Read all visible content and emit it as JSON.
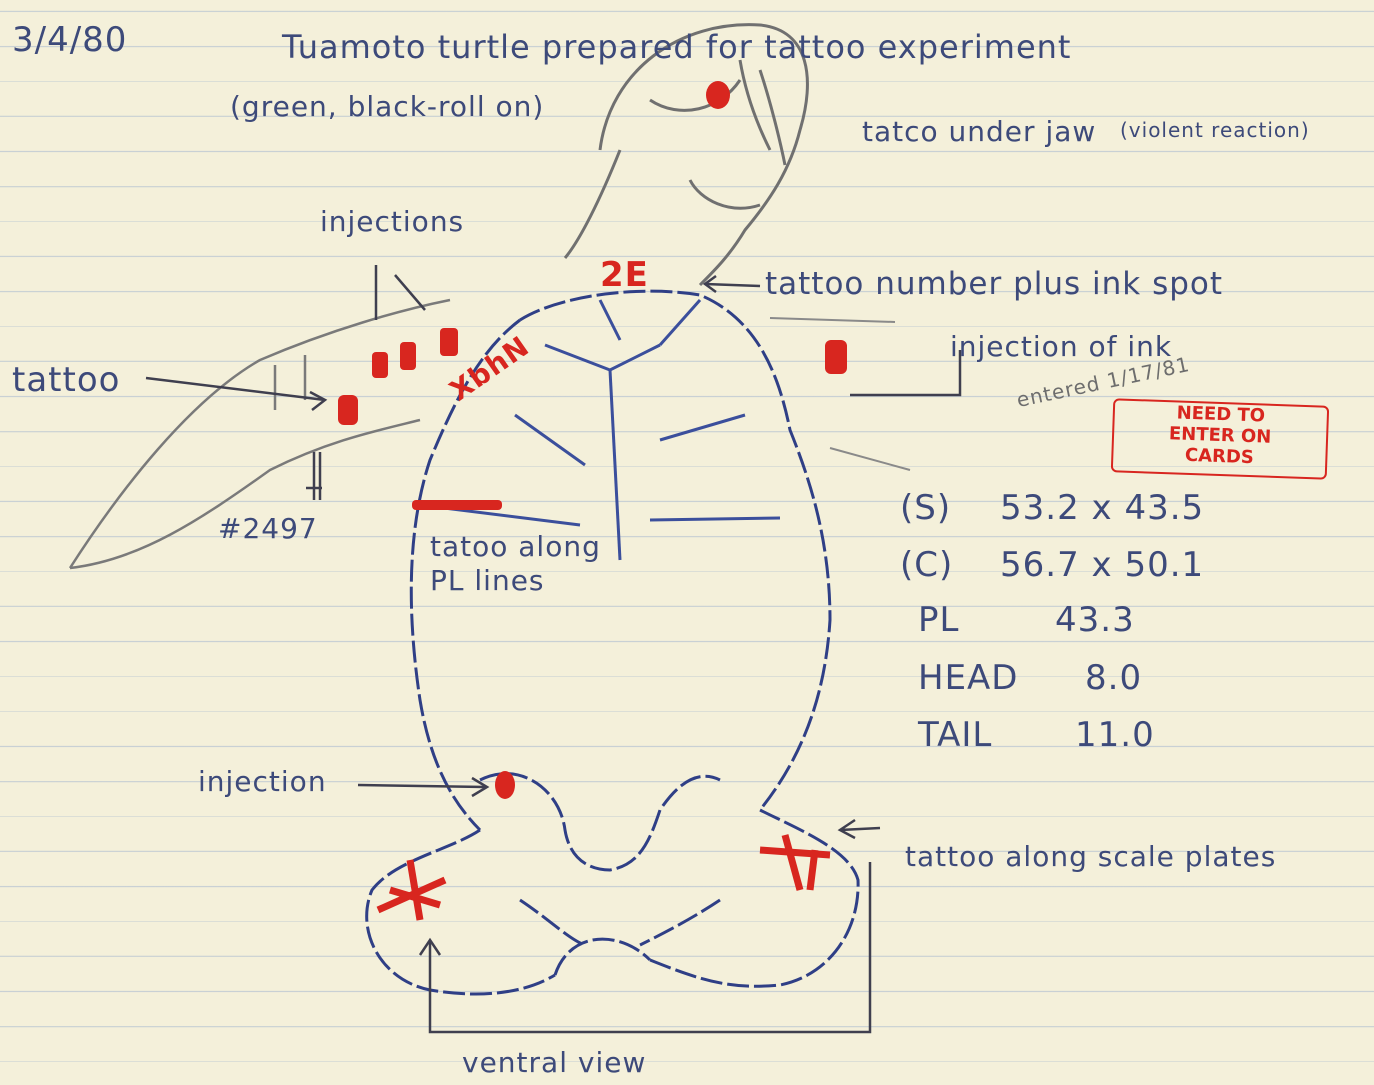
{
  "header": {
    "date": "3/4/80",
    "title": "Tuamoto turtle prepared for tattoo experiment",
    "subtitle": "(green, black-roll on)"
  },
  "annotations": {
    "jaw": "tatco under jaw",
    "jaw_note": "(violent reaction)",
    "injections": "injections",
    "tattoo_left": "tattoo",
    "tag_number": "#2497",
    "pl_lines": "tatoo along PL lines",
    "tattoo_number": "tattoo number plus ink spot",
    "injection_ink": "injection of ink",
    "entered": "entered 1/17/81",
    "injection_bottom": "injection",
    "scale_plates": "tattoo along scale plates",
    "ventral_view": "ventral view",
    "red_number": "2E",
    "marks": "XbhN"
  },
  "stamp": {
    "line1": "NEED TO",
    "line2": "ENTER ON",
    "line3": "CARDS"
  },
  "measurements": {
    "s_label": "(S)",
    "s_value": "53.2 x 43.5",
    "c_label": "(C)",
    "c_value": "56.7 x 50.1",
    "pl_label": "PL",
    "pl_value": "43.3",
    "head_label": "HEAD",
    "head_value": "8.0",
    "tail_label": "TAIL",
    "tail_value": "11.0"
  },
  "colors": {
    "ink_blue": "#2f3f86",
    "ink_red": "#d8261f",
    "pencil": "#6d6d6d",
    "paper": "#f4f0da"
  }
}
